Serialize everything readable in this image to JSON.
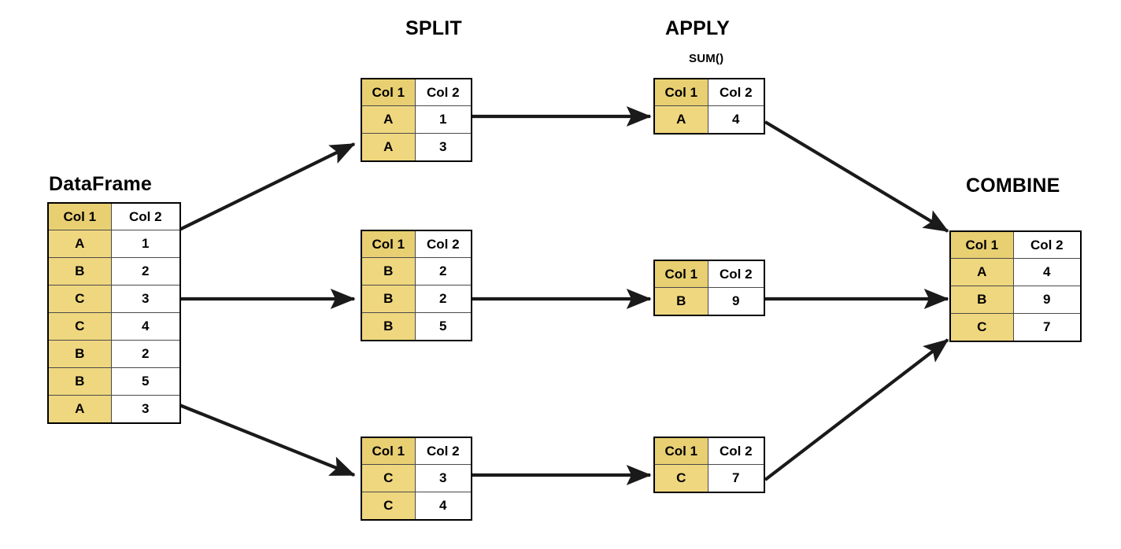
{
  "headings": {
    "dataframe": "DataFrame",
    "split": "SPLIT",
    "apply": "APPLY",
    "apply_sub": "SUM()",
    "combine": "COMBINE"
  },
  "columns": {
    "col1": "Col 1",
    "col2": "Col 2"
  },
  "tables": {
    "dataframe": {
      "headers": [
        "Col 1",
        "Col 2"
      ],
      "rows": [
        [
          "A",
          "1"
        ],
        [
          "B",
          "2"
        ],
        [
          "C",
          "3"
        ],
        [
          "C",
          "4"
        ],
        [
          "B",
          "2"
        ],
        [
          "B",
          "5"
        ],
        [
          "A",
          "3"
        ]
      ]
    },
    "split_a": {
      "headers": [
        "Col 1",
        "Col 2"
      ],
      "rows": [
        [
          "A",
          "1"
        ],
        [
          "A",
          "3"
        ]
      ]
    },
    "split_b": {
      "headers": [
        "Col 1",
        "Col 2"
      ],
      "rows": [
        [
          "B",
          "2"
        ],
        [
          "B",
          "2"
        ],
        [
          "B",
          "5"
        ]
      ]
    },
    "split_c": {
      "headers": [
        "Col 1",
        "Col 2"
      ],
      "rows": [
        [
          "C",
          "3"
        ],
        [
          "C",
          "4"
        ]
      ]
    },
    "apply_a": {
      "headers": [
        "Col 1",
        "Col 2"
      ],
      "rows": [
        [
          "A",
          "4"
        ]
      ]
    },
    "apply_b": {
      "headers": [
        "Col 1",
        "Col 2"
      ],
      "rows": [
        [
          "B",
          "9"
        ]
      ]
    },
    "apply_c": {
      "headers": [
        "Col 1",
        "Col 2"
      ],
      "rows": [
        [
          "C",
          "7"
        ]
      ]
    },
    "combine": {
      "headers": [
        "Col 1",
        "Col 2"
      ],
      "rows": [
        [
          "A",
          "4"
        ],
        [
          "B",
          "9"
        ],
        [
          "C",
          "7"
        ]
      ]
    }
  },
  "colors": {
    "key_cell": "#EFD77F",
    "header_key_cell": "#E8CF72",
    "border": "#000000",
    "arrow": "#1a1a1a",
    "background": "#FFFFFF"
  }
}
